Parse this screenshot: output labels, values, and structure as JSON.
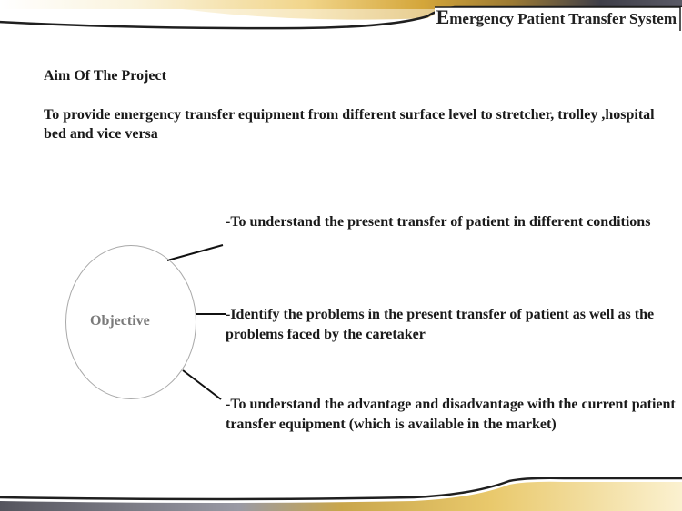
{
  "header": {
    "title_first_letter": "E",
    "title_rest": "mergency Patient Transfer System"
  },
  "aim": {
    "heading": "Aim Of The Project",
    "text": "To provide emergency transfer equipment from different surface level to stretcher, trolley ,hospital bed  and vice versa"
  },
  "objective": {
    "label": "Objective",
    "items": [
      "-To understand the present transfer of patient in different conditions",
      "-Identify the problems in the present transfer of patient as well as the problems faced by the caretaker",
      "-To understand the advantage and disadvantage with the current patient transfer equipment (which is available in the market)"
    ]
  },
  "colors": {
    "band_gold": "#d4a63a",
    "band_cream": "#f7e8b8",
    "band_dark": "#1f1f1f",
    "band_gray": "#6c6c78"
  }
}
